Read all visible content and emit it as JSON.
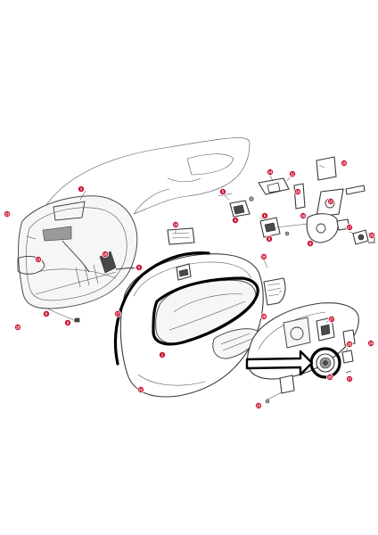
{
  "callouts": [
    {
      "id": "c-tl-left",
      "label": "23"
    },
    {
      "id": "c-shell-top",
      "label": "3"
    },
    {
      "id": "c-shell-mid",
      "label": "13"
    },
    {
      "id": "c-shell-hinge",
      "label": "19"
    },
    {
      "id": "c-shell-a",
      "label": "5"
    },
    {
      "id": "c-shell-b",
      "label": "6"
    },
    {
      "id": "c-shell-bot",
      "label": "18"
    },
    {
      "id": "c-shell-c",
      "label": "9"
    },
    {
      "id": "c-plate",
      "label": "19"
    },
    {
      "id": "c-lock-14",
      "label": "14"
    },
    {
      "id": "c-lock-11",
      "label": "11"
    },
    {
      "id": "c-lock-10",
      "label": "10"
    },
    {
      "id": "c-lock-15",
      "label": "15"
    },
    {
      "id": "c-lock-5",
      "label": "5"
    },
    {
      "id": "c-lock-12",
      "label": "12"
    },
    {
      "id": "c-lock-4",
      "label": "4"
    },
    {
      "id": "c-lock-6",
      "label": "6"
    },
    {
      "id": "c-lock-16",
      "label": "16"
    },
    {
      "id": "c-lock-8",
      "label": "8"
    },
    {
      "id": "c-lock-17",
      "label": "17"
    },
    {
      "id": "c-lock-9",
      "label": "9"
    },
    {
      "id": "c-mount",
      "label": "20"
    },
    {
      "id": "c-main-30",
      "label": "30"
    },
    {
      "id": "c-main-27",
      "label": "27"
    },
    {
      "id": "c-main-28",
      "label": "28"
    },
    {
      "id": "c-main-1",
      "label": "1"
    },
    {
      "id": "c-lid-22",
      "label": "22"
    },
    {
      "id": "c-lid-27",
      "label": "27"
    },
    {
      "id": "c-lid-24",
      "label": "24"
    },
    {
      "id": "c-lid-26",
      "label": "26"
    },
    {
      "id": "c-lid-25",
      "label": "25"
    },
    {
      "id": "c-lid-27b",
      "label": "27"
    },
    {
      "id": "c-lid-23",
      "label": "23"
    }
  ],
  "colors": {
    "callout": "#c8102e",
    "highlight": "#000000",
    "ink": "#3a3a3a"
  },
  "icons": {
    "pointer": "arrow-right-icon",
    "highlight": "ring-highlight-icon"
  }
}
